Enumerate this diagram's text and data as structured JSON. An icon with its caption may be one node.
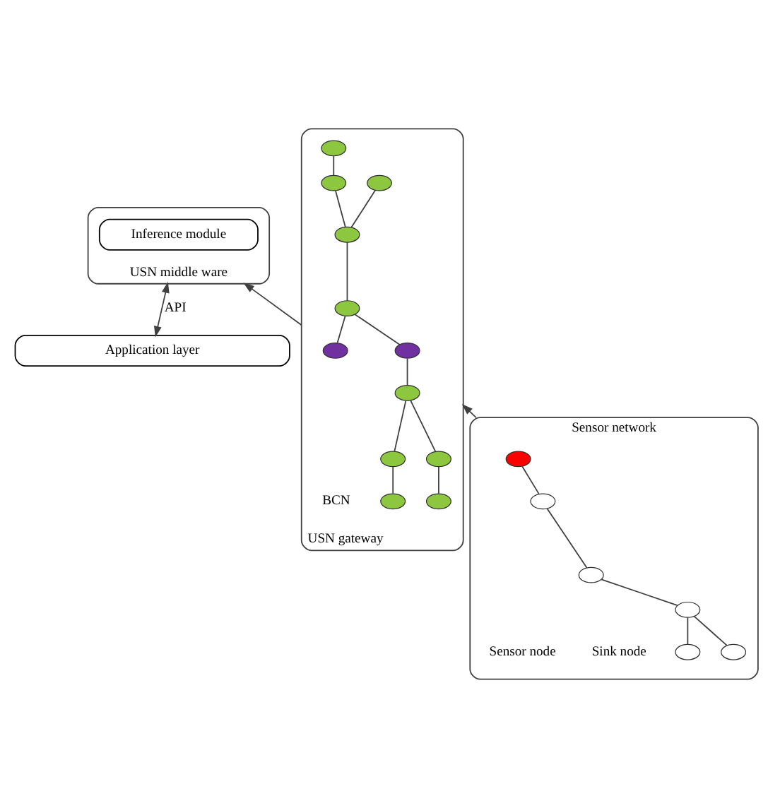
{
  "diagram": {
    "nodes": [
      {
        "text": [
          "Application layer"
        ]
      },
      {
        "text": [
          "USN middle ware"
        ]
      },
      {
        "text": [
          "Inference module"
        ],
        "in": 1
      },
      {
        "text": [
          "USN gateway"
        ]
      },
      {
        "text": [],
        "shape": "ellipse",
        "in": 3
      },
      {
        "text": [],
        "shape": "ellipse",
        "in": 3
      },
      {
        "text": [],
        "shape": "ellipse",
        "in": 3
      },
      {
        "text": [],
        "shape": "ellipse",
        "in": 3
      },
      {
        "text": [],
        "shape": "ellipse",
        "in": 3
      },
      {
        "text": [],
        "shape": "ellipse",
        "in": 3
      },
      {
        "text": [],
        "shape": "ellipse",
        "in": 3
      },
      {
        "text": [],
        "shape": "ellipse",
        "in": 3
      },
      {
        "text": [],
        "shape": "ellipse",
        "in": 3
      },
      {
        "text": [],
        "shape": "ellipse",
        "in": 3
      },
      {
        "text": [],
        "shape": "ellipse",
        "in": 3
      },
      {
        "text": [],
        "shape": "ellipse",
        "in": 3
      },
      {
        "text": [
          "Sensor network"
        ]
      },
      {
        "text": [],
        "shape": "ellipse",
        "in": 16
      },
      {
        "text": [],
        "shape": "ellipse",
        "in": 16
      },
      {
        "text": [],
        "shape": "ellipse",
        "in": 16
      },
      {
        "text": [],
        "shape": "ellipse",
        "in": 16
      },
      {
        "text": [],
        "shape": "ellipse",
        "in": 16
      },
      {
        "text": [],
        "shape": "ellipse",
        "in": 16
      }
    ],
    "edges": [
      {
        "from": 0,
        "to": 1,
        "arrow": "both",
        "label": "API"
      },
      {
        "from": 3,
        "to": 1,
        "arrow": "to"
      },
      {
        "from": 16,
        "to": 3,
        "arrow": "to"
      },
      {
        "from": 5,
        "to": 7,
        "arrow": "none"
      },
      {
        "from": 7,
        "to": 8,
        "arrow": "none"
      },
      {
        "from": 4,
        "to": 6,
        "arrow": "none"
      },
      {
        "from": 6,
        "to": 8,
        "arrow": "none"
      },
      {
        "from": 8,
        "to": 10,
        "arrow": "none"
      },
      {
        "from": 10,
        "to": 11,
        "arrow": "none"
      },
      {
        "from": 9,
        "to": 11,
        "arrow": "none"
      },
      {
        "from": 11,
        "to": 12,
        "arrow": "none"
      },
      {
        "from": 12,
        "to": 13,
        "arrow": "none"
      },
      {
        "from": 13,
        "to": 15,
        "arrow": "none"
      },
      {
        "from": 12,
        "to": 14,
        "arrow": "none"
      },
      {
        "from": 18,
        "to": 19,
        "arrow": "none"
      },
      {
        "from": 17,
        "to": 19,
        "arrow": "none"
      },
      {
        "from": 19,
        "to": 21,
        "arrow": "none"
      },
      {
        "from": 21,
        "to": 22,
        "arrow": "none"
      },
      {
        "from": 22,
        "to": 20,
        "arrow": "none"
      }
    ],
    "labels": [
      "BCN",
      "Sink node",
      "Sensor node"
    ]
  }
}
